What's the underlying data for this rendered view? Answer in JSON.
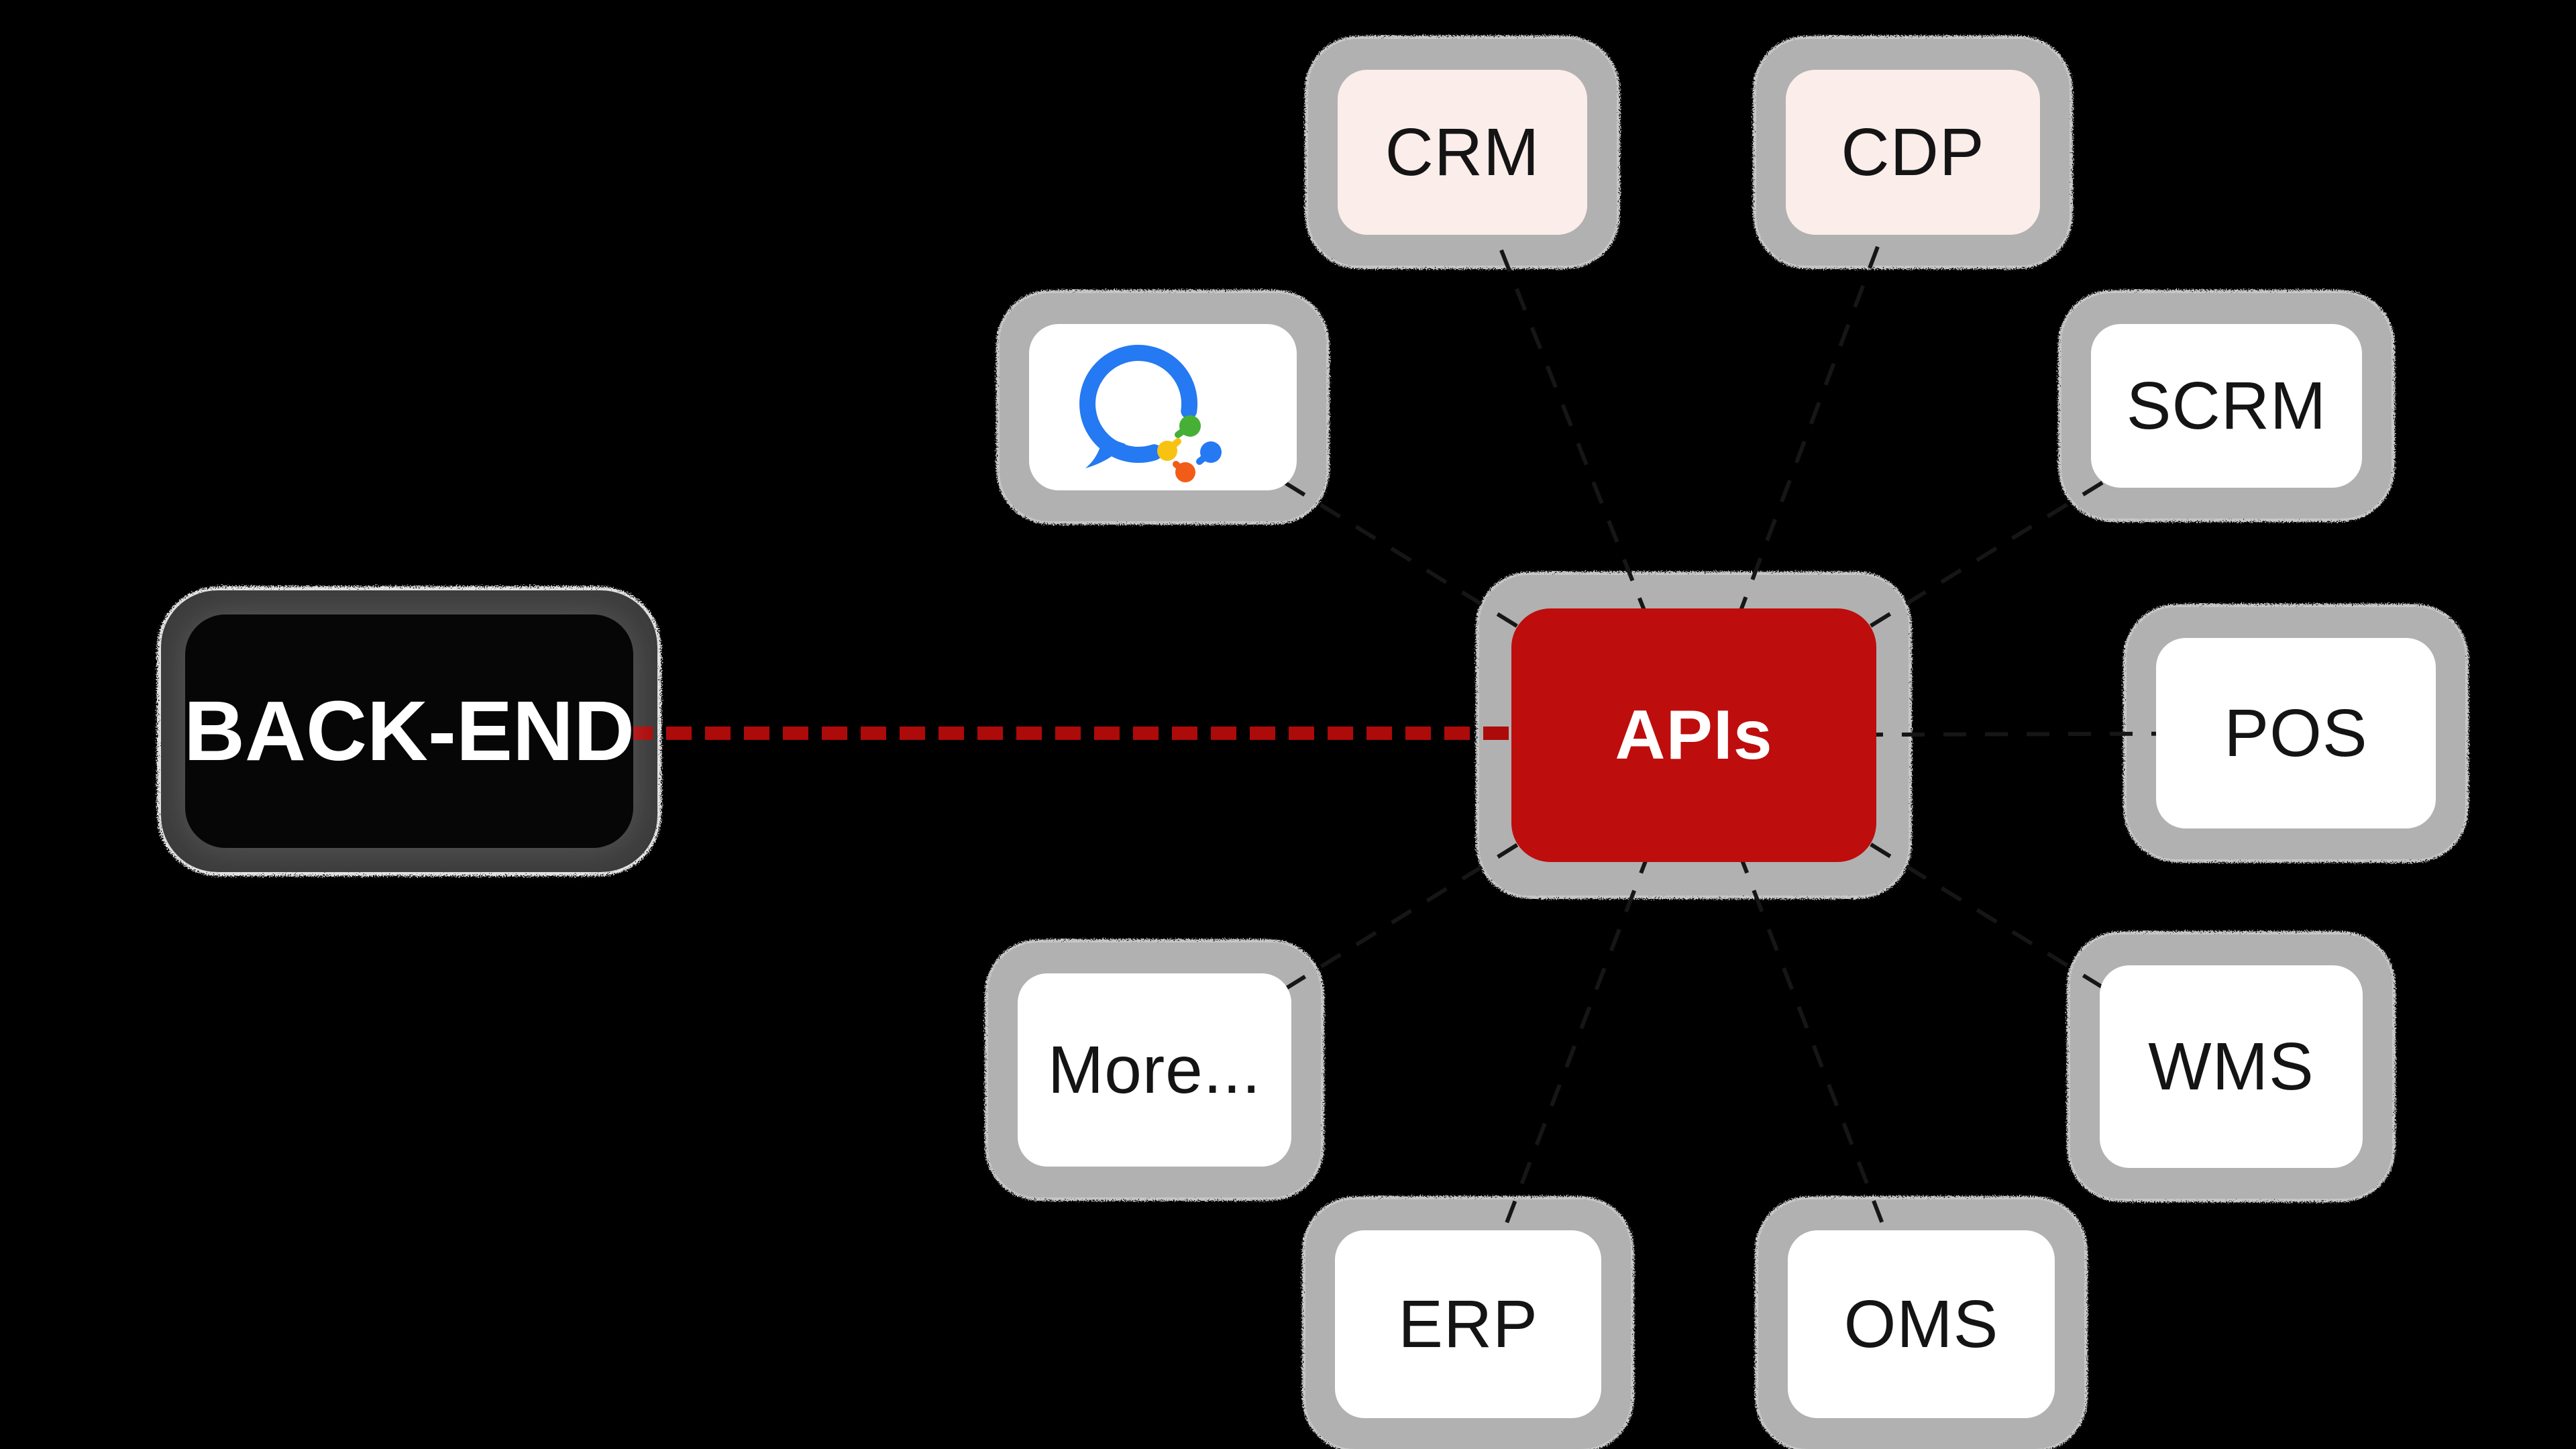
{
  "background_color": "#000000",
  "diagram": {
    "source_node": {
      "label": "BACK-END",
      "fill": "#060606",
      "text_color": "#ffffff",
      "halo": "light-grain-noise"
    },
    "center_node": {
      "label": "APIs",
      "fill": "#be0d0d",
      "text_color": "#ffffff",
      "border_style": "gray-grain-noise"
    },
    "satellites": [
      {
        "label": "CRM",
        "fill": "#fbedea"
      },
      {
        "label": "CDP",
        "fill": "#fbedea"
      },
      {
        "label": "",
        "icon": "wecom-logo",
        "fill": "#ffffff"
      },
      {
        "label": "SCRM",
        "fill": "#ffffff"
      },
      {
        "label": "POS",
        "fill": "#ffffff"
      },
      {
        "label": "WMS",
        "fill": "#ffffff"
      },
      {
        "label": "OMS",
        "fill": "#ffffff"
      },
      {
        "label": "ERP",
        "fill": "#ffffff"
      },
      {
        "label": "More...",
        "fill": "#ffffff"
      }
    ],
    "connectors": {
      "backend_to_apis": {
        "style": "dashed",
        "color": "#ad0a0a"
      },
      "apis_to_satellites": {
        "style": "dashed",
        "color": "#161616"
      }
    },
    "colors": {
      "node_border_gray": "#b1b1b1",
      "satellite_text": "#141414",
      "wecom_blue": "#2579f2",
      "wecom_green": "#45b035",
      "wecom_yellow": "#f7c212",
      "wecom_orange": "#f25c19"
    }
  }
}
